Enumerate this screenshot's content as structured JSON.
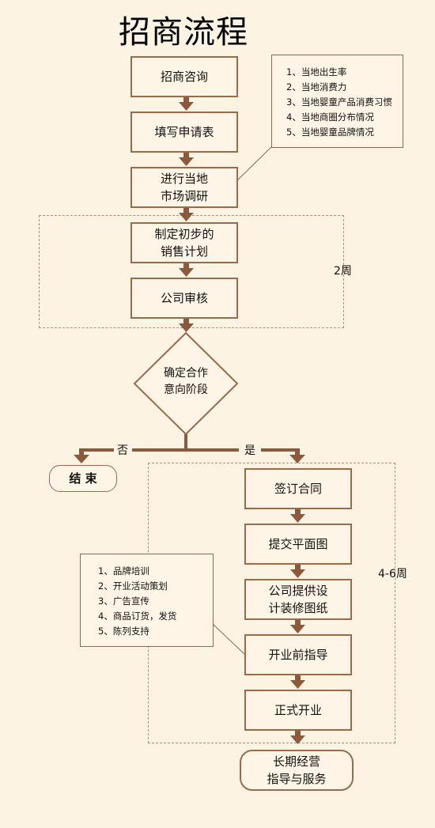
{
  "title": "招商流程",
  "steps": {
    "consult": "招商咨询",
    "form": "填写申请表",
    "research_1": "进行当地",
    "research_2": "市场调研",
    "plan_1": "制定初步的",
    "plan_2": "销售计划",
    "review": "公司审核",
    "decision_1": "确定合作",
    "decision_2": "意向阶段",
    "end": "结 束",
    "contract": "签订合同",
    "floorplan": "提交平面图",
    "design_1": "公司提供设",
    "design_2": "计装修图纸",
    "guidance": "开业前指导",
    "opening": "正式开业",
    "longterm_1": "长期经营",
    "longterm_2": "指导与服务"
  },
  "branches": {
    "no": "否",
    "yes": "是"
  },
  "durations": {
    "two_weeks": "2周",
    "four_six_weeks": "4-6周"
  },
  "research_notes": [
    "1、当地出生率",
    "2、当地消费力",
    "3、当地婴童产品消费习惯",
    "4、当地商圈分布情况",
    "5、当地婴童品牌情况"
  ],
  "support_notes": [
    "1、品牌培训",
    "2、开业活动策划",
    "3、广告宣传",
    "4、商品订货，发货",
    "5、陈列支持"
  ],
  "colors": {
    "box_border": "#9b6a49",
    "arrow": "#8b5a3c",
    "background": "#fdf3e3"
  }
}
